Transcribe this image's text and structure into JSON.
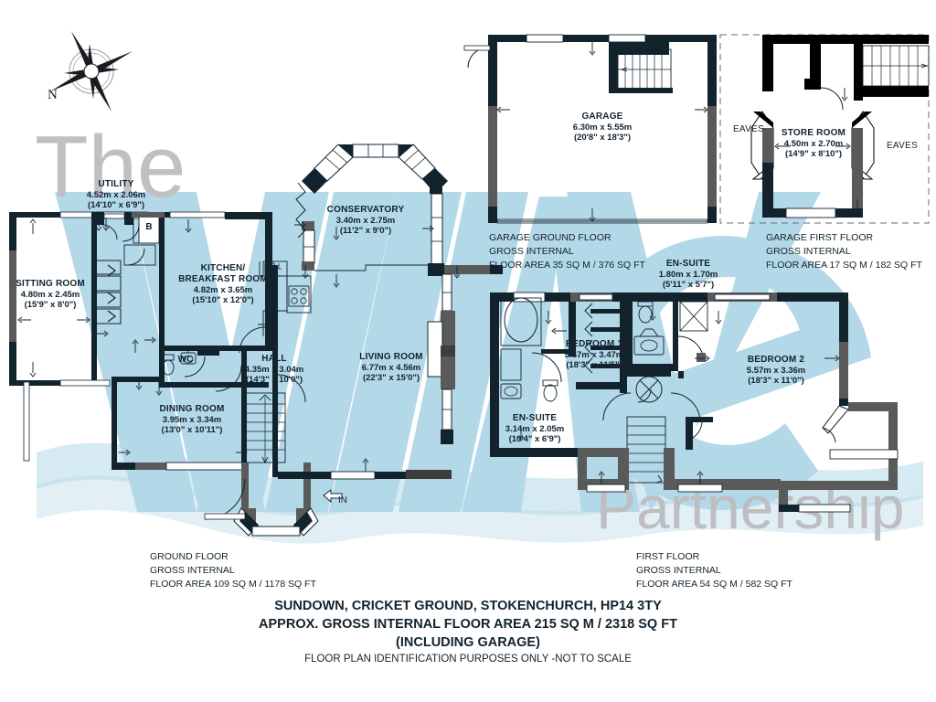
{
  "document": {
    "title_line_1": "SUNDOWN, CRICKET GROUND, STOKENCHURCH, HP14 3TY",
    "title_line_2": "APPROX. GROSS INTERNAL FLOOR AREA 215 SQ M / 2318 SQ FT",
    "title_line_3": "(INCLUDING GARAGE)",
    "disclaimer": "FLOOR PLAN IDENTIFICATION PURPOSES ONLY -NOT TO SCALE"
  },
  "compass": {
    "north_label": "N"
  },
  "watermark": {
    "word_the": "The",
    "word_wave": "WAVE",
    "word_partnership": "Partnership",
    "wave_color": "#b3d8e8",
    "text_color": "#b9b9bd"
  },
  "colors": {
    "wall_dark": "#12232e",
    "wall_grey": "#5a5a5a",
    "wall_mid": "#3d3d3d",
    "fixture_line": "#12232e",
    "text": "#12232e",
    "wave_blue": "#b3d8e8"
  },
  "rooms": [
    {
      "key": "sitting_room",
      "name": "SITTING ROOM",
      "metric": "4.80m x 2.45m",
      "imperial": "(15'9\" x 8'0\")"
    },
    {
      "key": "utility",
      "name": "UTILITY",
      "metric": "4.52m x 2.06m",
      "imperial": "(14'10\" x 6'9\")"
    },
    {
      "key": "kitchen",
      "name": "KITCHEN/\nBREAKFAST ROOM",
      "name_line_1": "KITCHEN/",
      "name_line_2": "BREAKFAST ROOM",
      "metric": "4.82m x 3.65m",
      "imperial": "(15'10\" x 12'0\")"
    },
    {
      "key": "conservatory",
      "name": "CONSERVATORY",
      "metric": "3.40m x 2.75m",
      "imperial": "(11'2\" x 9'0\")"
    },
    {
      "key": "hall",
      "name": "HALL",
      "metric": "4.35m x 3.04m",
      "imperial": "(14'3\" x 10'0\")"
    },
    {
      "key": "living_room",
      "name": "LIVING ROOM",
      "metric": "6.77m x 4.56m",
      "imperial": "(22'3\" x 15'0\")"
    },
    {
      "key": "dining_room",
      "name": "DINING ROOM",
      "metric": "3.95m x 3.34m",
      "imperial": "(13'0\" x 10'11\")"
    },
    {
      "key": "garage",
      "name": "GARAGE",
      "metric": "6.30m x 5.55m",
      "imperial": "(20'8\" x 18'3\")"
    },
    {
      "key": "store_room",
      "name": "STORE ROOM",
      "metric": "4.50m x 2.70m",
      "imperial": "(14'9\" x 8'10\")"
    },
    {
      "key": "ensuite_top",
      "name": "EN-SUITE",
      "metric": "1.80m x 1.70m",
      "imperial": "(5'11\" x 5'7\")"
    },
    {
      "key": "ensuite_left",
      "name": "EN-SUITE",
      "metric": "3.14m x 2.05m",
      "imperial": "(10'4\" x 6'9\")"
    },
    {
      "key": "bedroom_1",
      "name": "BEDROOM 1",
      "metric": "5.57m x 3.47m",
      "imperial": "(18'3\" x 11'5\")"
    },
    {
      "key": "bedroom_2",
      "name": "BEDROOM 2",
      "metric": "5.57m x 3.36m",
      "imperial": "(18'3\" x 11'0\")"
    }
  ],
  "small_labels": {
    "wc": "WC",
    "boiler": "B",
    "entrance": "IN",
    "eaves_left": "EAVES",
    "eaves_right": "EAVES"
  },
  "area_blocks": [
    {
      "key": "garage_ground",
      "line_1": "GARAGE GROUND FLOOR",
      "line_2": "GROSS INTERNAL",
      "line_3": "FLOOR AREA 35 SQ M / 376 SQ FT"
    },
    {
      "key": "garage_first",
      "line_1": "GARAGE FIRST FLOOR",
      "line_2": "GROSS INTERNAL",
      "line_3": "FLOOR AREA 17 SQ M / 182 SQ FT"
    },
    {
      "key": "ground_floor",
      "line_1": "GROUND FLOOR",
      "line_2": "GROSS INTERNAL",
      "line_3": "FLOOR AREA 109 SQ M / 1178 SQ FT"
    },
    {
      "key": "first_floor",
      "line_1": "FIRST FLOOR",
      "line_2": "GROSS INTERNAL",
      "line_3": "FLOOR AREA 54 SQ M / 582 SQ FT"
    }
  ]
}
